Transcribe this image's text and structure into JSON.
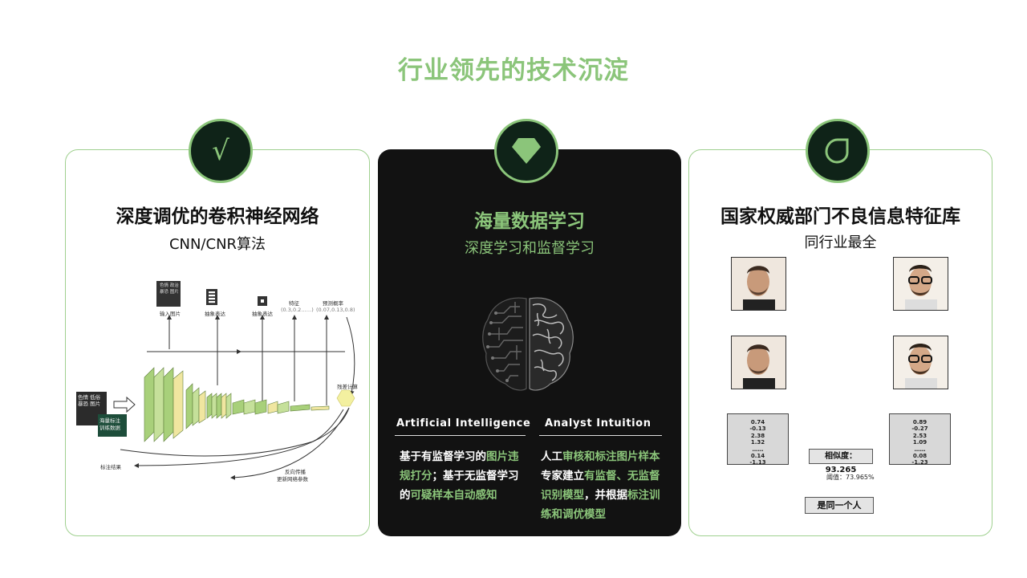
{
  "page": {
    "title": "行业领先的技术沉淀"
  },
  "colors": {
    "accent": "#8bc57a",
    "dark_card": "#121212",
    "badge_bg": "#0f2318"
  },
  "left_card": {
    "icon": "checkmark-icon",
    "icon_glyph": "√",
    "title": "深度调优的卷积神经网络",
    "subtitle": "CNN/CNR算法",
    "diagram": {
      "input_image_label": "输入图片",
      "input_image_box": "色情 政治 暴恐 图片",
      "abstract_1": "抽象表达",
      "abstract_2": "抽象表达",
      "feature": "特征",
      "feature_values": "(0.3,0.2……)",
      "prob": "预测概率",
      "prob_values": "(0.07,0.13,0.8)",
      "left_box": "色情 低俗 暴恐 图片",
      "train_box": "海量标注 训练数据",
      "loss": "残差计算",
      "label_result": "标注结果",
      "backprop_1": "反向传播",
      "backprop_2": "更新网络参数"
    }
  },
  "middle_card": {
    "icon": "diamond-icon",
    "title": "海量数据学习",
    "subtitle": "深度学习和监督学习",
    "image": "brain-circuit-image",
    "col1": {
      "heading": "Artificial Intelligence",
      "t1": "基于有监督学习的",
      "t2": "图片违规",
      "t3": "打分",
      "t4": "；基于无监督学习的",
      "t5": "可疑样本自动感知"
    },
    "col2": {
      "heading": "Analyst Intuition",
      "t1": "人工",
      "t2": "审核和标注图片样本",
      "t3": "专家建立",
      "t4": "有监督、无监督识别模型",
      "t5": "，并根据",
      "t6": "标注训练和调优模型"
    }
  },
  "right_card": {
    "icon": "leaf-icon",
    "title": "国家权威部门不良信息特征库",
    "subtitle": "同行业最全",
    "vector_left": [
      "0.74",
      "-0.13",
      "2.38",
      "1.32",
      "……",
      "0.14",
      "-1.13"
    ],
    "vector_right": [
      "0.89",
      "-0.27",
      "2.53",
      "1.09",
      "……",
      "0.08",
      "-1.23"
    ],
    "similarity_label": "相似度：",
    "similarity_value": "93.265",
    "threshold_label": "阈值：",
    "threshold_value": "73.965%",
    "result": "是同一个人"
  }
}
